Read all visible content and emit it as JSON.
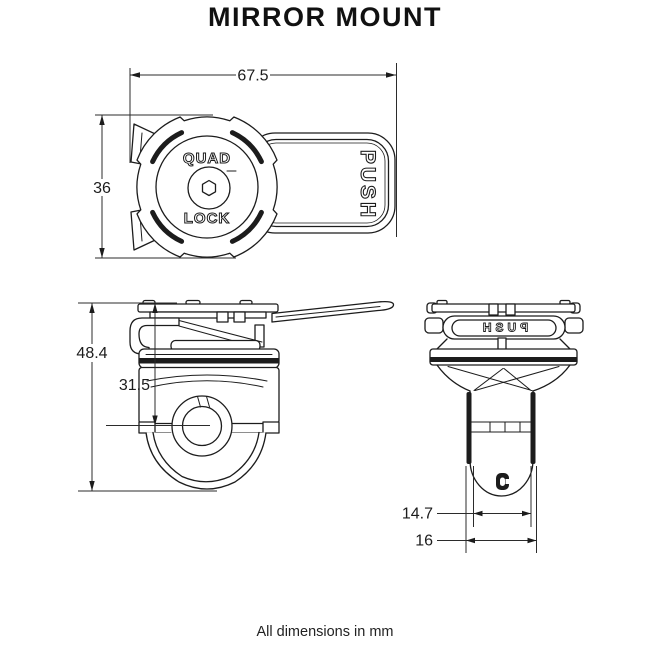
{
  "title": "MIRROR MOUNT",
  "note": "All dimensions in mm",
  "unit": "mm",
  "line_color": "#1c1c1c",
  "labels": {
    "brand_top": "QUAD",
    "brand_bottom": "LOCK",
    "push": "PUSH",
    "push_mirrored": "PUSH"
  },
  "dimensions": {
    "top_view": {
      "width": "67.5",
      "height": "36"
    },
    "front_view": {
      "overall_height": "48.4",
      "to_clamp_center": "31.5"
    },
    "side_view": {
      "stem_width": "14.7",
      "stem_outer_width": "16"
    }
  }
}
